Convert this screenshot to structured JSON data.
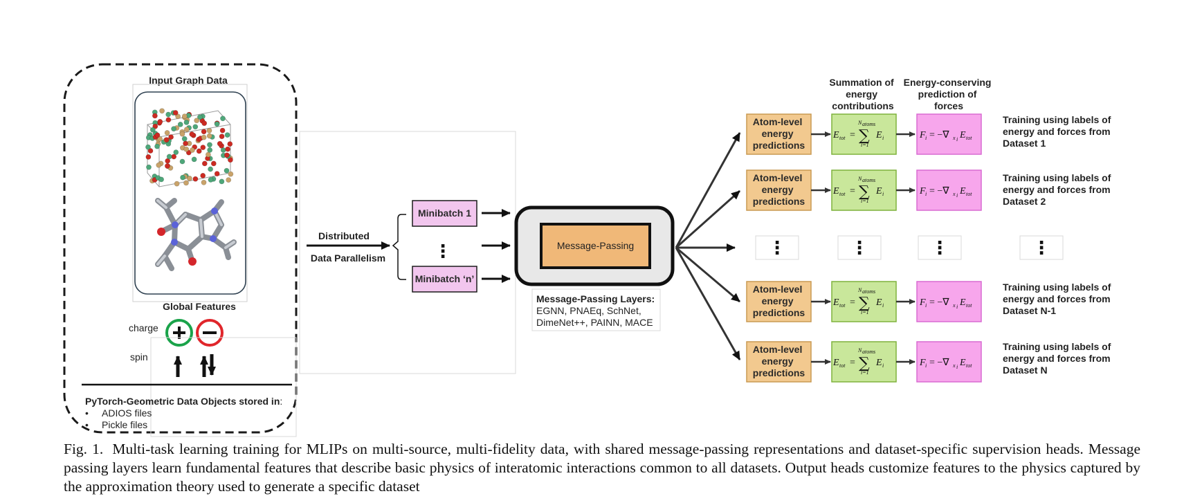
{
  "input": {
    "title": "Input Graph Data",
    "global_title": "Global Features",
    "charge_label": "charge",
    "spin_label": "spin",
    "storage_title": "PyTorch-Geometric Data Objects stored in",
    "storage_colon": ":",
    "storage_items": [
      "ADIOS files",
      "Pickle files"
    ]
  },
  "parallel": {
    "line1": "Distributed",
    "line2": "Data Parallelism",
    "minibatch_first": "Minibatch 1",
    "minibatch_last": "Minibatch ‘n’"
  },
  "mp": {
    "label": "Message-Passing",
    "layers_title": "Message-Passing Layers:",
    "layers_line1": "EGNN, PNAEq, SchNet,",
    "layers_line2": "DimeNet++, PAINN, MACE"
  },
  "heads_headers": {
    "summation": [
      "Summation of",
      "energy",
      "contributions"
    ],
    "forces": [
      "Energy-conserving",
      "prediction of",
      "forces"
    ]
  },
  "heads": [
    {
      "atom": [
        "Atom-level",
        "energy",
        "predictions"
      ],
      "training": [
        "Training using labels of",
        "energy and forces from",
        "Dataset 1"
      ]
    },
    {
      "atom": [
        "Atom-level",
        "energy",
        "predictions"
      ],
      "training": [
        "Training using labels of",
        "energy and forces from",
        "Dataset 2"
      ]
    },
    {
      "atom": [
        "Atom-level",
        "energy",
        "predictions"
      ],
      "training": [
        "Training using labels of",
        "energy and forces from",
        "Dataset N-1"
      ]
    },
    {
      "atom": [
        "Atom-level",
        "energy",
        "predictions"
      ],
      "training": [
        "Training using labels of",
        "energy and forces from",
        "Dataset N"
      ]
    }
  ],
  "caption": {
    "label": "Fig. 1.",
    "text": "Multi-task learning training for MLIPs on multi-source, multi-fidelity data, with shared message-passing representations and dataset-specific supervision heads. Message passing layers learn fundamental features that describe basic physics of interatomic interactions common to all datasets. Output heads customize features to the physics captured by the approximation theory used to generate a specific dataset"
  },
  "colors": {
    "minibatch_fill": "#f2c6ee",
    "mp_fill": "#f0b878",
    "mp_frame": "#e8e8e8",
    "atom_fill": "#f2c98f",
    "atom_stroke": "#c99a52",
    "sum_fill": "#c9e79b",
    "sum_stroke": "#7fb23c",
    "force_fill": "#f7a6ec",
    "force_stroke": "#d96bd2",
    "charge_plus": "#1aa34a",
    "charge_minus": "#e0262b",
    "atom_red": "#cc2a22",
    "atom_green": "#4ea77a",
    "atom_tan": "#c9a36a"
  }
}
